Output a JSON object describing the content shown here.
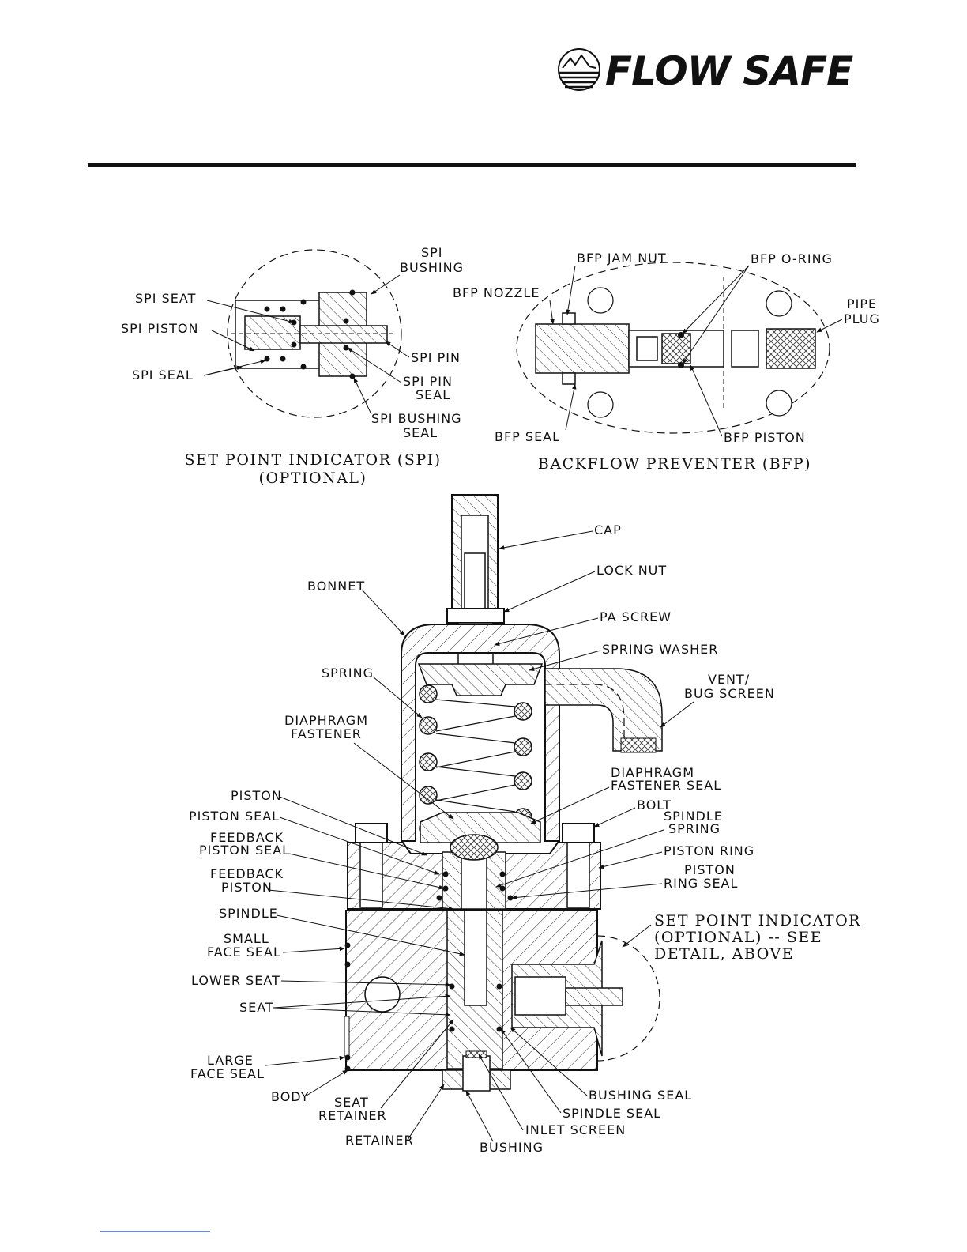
{
  "header": {
    "logo_text": "FLOW SAFE",
    "logo_icon": "flow-safe-globe-icon"
  },
  "spi_detail": {
    "title_line1": "SET POINT INDICATOR (SPI)",
    "title_line2": "(OPTIONAL)",
    "labels": {
      "spi_bushing_1": "SPI",
      "spi_bushing_2": "BUSHING",
      "spi_seat": "SPI SEAT",
      "spi_piston": "SPI PISTON",
      "spi_seal": "SPI SEAL",
      "spi_pin": "SPI PIN",
      "spi_pin_seal_1": "SPI PIN",
      "spi_pin_seal_2": "SEAL",
      "spi_bushing_seal_1": "SPI BUSHING",
      "spi_bushing_seal_2": "SEAL"
    }
  },
  "bfp_detail": {
    "title": "BACKFLOW PREVENTER (BFP)",
    "labels": {
      "bfp_jam_nut": "BFP JAM NUT",
      "bfp_o_ring": "BFP O-RING",
      "bfp_nozzle": "BFP NOZZLE",
      "pipe_plug_1": "PIPE",
      "pipe_plug_2": "PLUG",
      "bfp_seal": "BFP SEAL",
      "bfp_piston": "BFP PISTON"
    }
  },
  "main_assembly": {
    "callout_line1": "SET POINT INDICATOR",
    "callout_line2": "(OPTIONAL) -- SEE",
    "callout_line3": "DETAIL, ABOVE",
    "labels": {
      "cap": "CAP",
      "lock_nut": "LOCK NUT",
      "bonnet": "BONNET",
      "pa_screw": "PA SCREW",
      "spring_washer": "SPRING WASHER",
      "spring": "SPRING",
      "vent_1": "VENT/",
      "vent_2": "BUG SCREEN",
      "diaphragm_fastener_1": "DIAPHRAGM",
      "diaphragm_fastener_2": "FASTENER",
      "diaphragm_fastener_seal_1": "DIAPHRAGM",
      "diaphragm_fastener_seal_2": "FASTENER SEAL",
      "piston": "PISTON",
      "bolt": "BOLT",
      "piston_seal": "PISTON SEAL",
      "spindle_spring_1": "SPINDLE",
      "spindle_spring_2": "SPRING",
      "feedback_piston_seal_1": "FEEDBACK",
      "feedback_piston_seal_2": "PISTON SEAL",
      "piston_ring": "PISTON RING",
      "feedback_piston_1": "FEEDBACK",
      "feedback_piston_2": "PISTON",
      "piston_ring_seal_1": "PISTON",
      "piston_ring_seal_2": "RING SEAL",
      "spindle": "SPINDLE",
      "small_face_seal_1": "SMALL",
      "small_face_seal_2": "FACE SEAL",
      "lower_seat": "LOWER SEAT",
      "seat": "SEAT",
      "large_face_seal_1": "LARGE",
      "large_face_seal_2": "FACE SEAL",
      "body": "BODY",
      "seat_retainer_1": "SEAT",
      "seat_retainer_2": "RETAINER",
      "retainer": "RETAINER",
      "bushing": "BUSHING",
      "inlet_screen": "INLET SCREEN",
      "spindle_seal": "SPINDLE SEAL",
      "bushing_seal": "BUSHING SEAL"
    }
  }
}
